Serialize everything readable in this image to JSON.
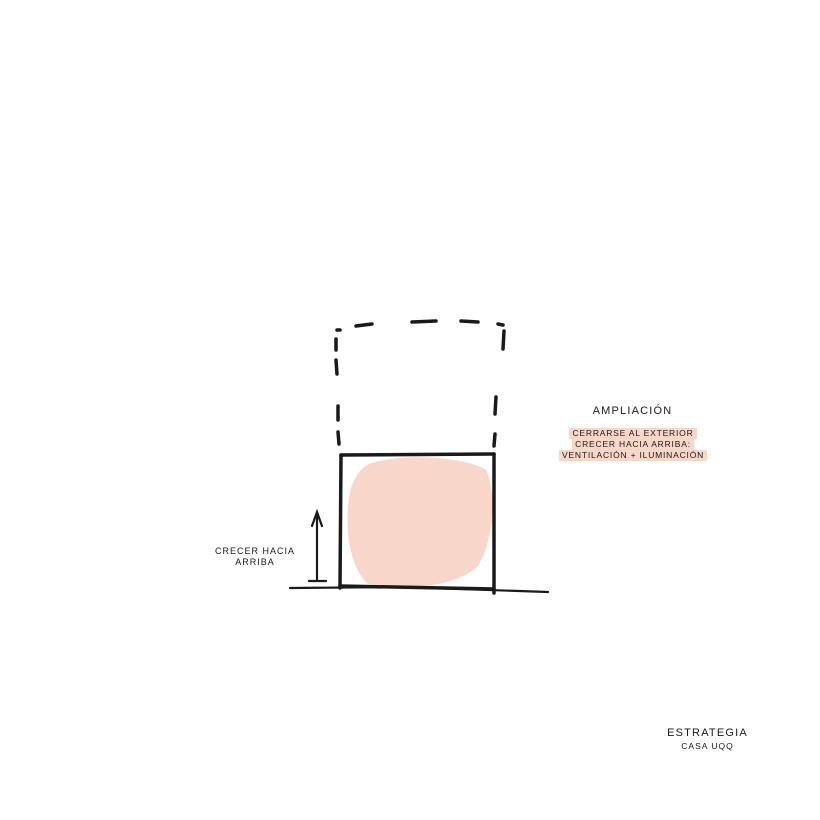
{
  "colors": {
    "ink": "#1a1a1a",
    "blob": "#f8d7ca",
    "highlight": "#f6c8b6"
  },
  "side_label": {
    "line1": "CRECER HACIA",
    "line2": "ARRIBA"
  },
  "annotation": {
    "title": "AMPLIACIÓN",
    "lines": [
      "CERRARSE AL EXTERIOR",
      "CRECER HACIA ARRIBA:",
      "VENTILACIÓN + ILUMINACIÓN"
    ]
  },
  "footer": {
    "title": "ESTRATEGIA",
    "subtitle": "CASA UQQ"
  }
}
